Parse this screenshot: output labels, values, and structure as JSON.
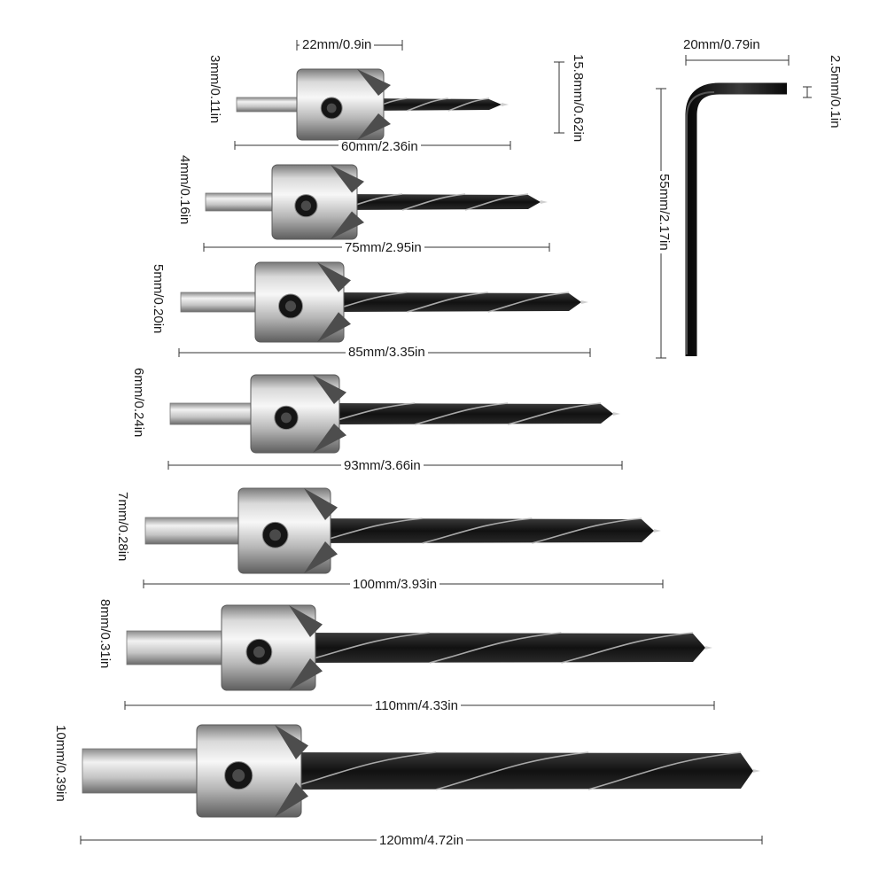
{
  "bits": [
    {
      "diameter_label": "3mm/0.11in",
      "length_label": "60mm/2.36in"
    },
    {
      "diameter_label": "4mm/0.16in",
      "length_label": "75mm/2.95in"
    },
    {
      "diameter_label": "5mm/0.20in",
      "length_label": "85mm/3.35in"
    },
    {
      "diameter_label": "6mm/0.24in",
      "length_label": "93mm/3.66in"
    },
    {
      "diameter_label": "7mm/0.28in",
      "length_label": "100mm/3.93in"
    },
    {
      "diameter_label": "8mm/0.31in",
      "length_label": "110mm/4.33in"
    },
    {
      "diameter_label": "10mm/0.39in",
      "length_label": "120mm/4.72in"
    }
  ],
  "collar": {
    "width_label": "22mm/0.9in",
    "height_label": "15.8mm/0.62in"
  },
  "hex_key": {
    "short_arm_label": "20mm/0.79in",
    "thickness_label": "2.5mm/0.1in",
    "long_arm_label": "55mm/2.17in"
  },
  "colors": {
    "steel_light": "#e8e8e8",
    "steel_dark": "#6f6f6f",
    "drill_black": "#1c1c1c",
    "key_black": "#141414"
  }
}
